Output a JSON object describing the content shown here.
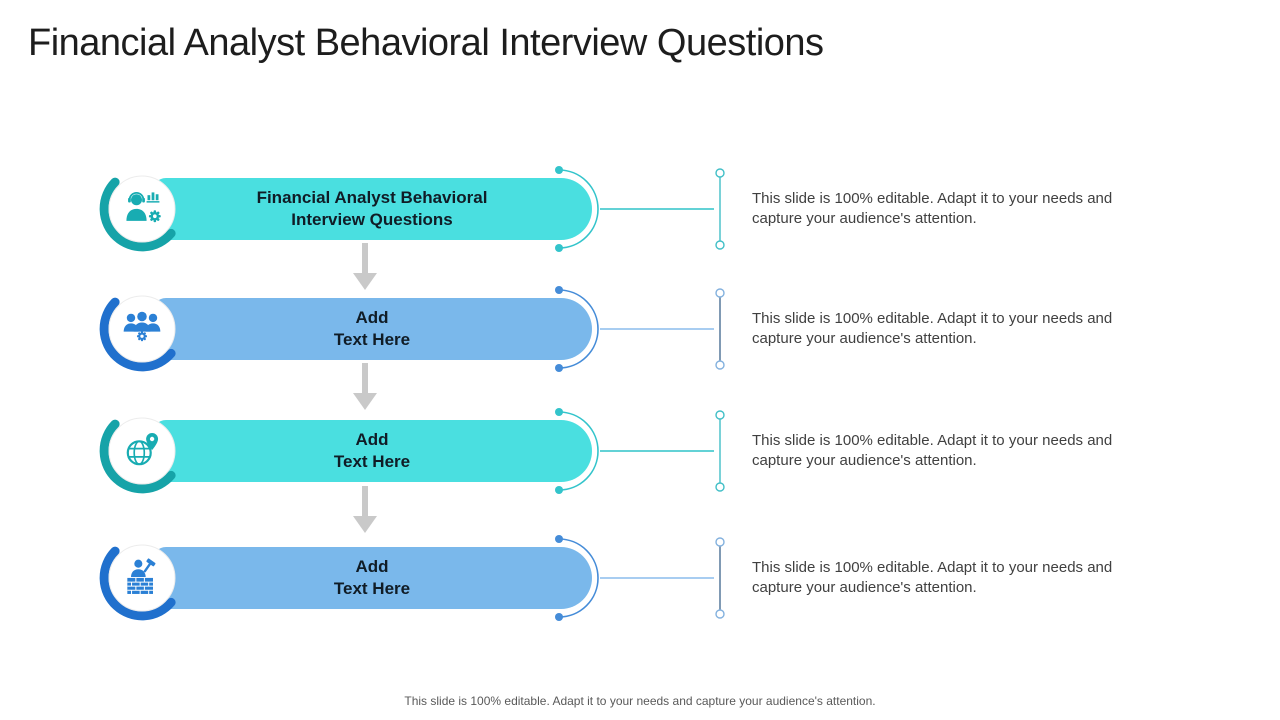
{
  "slide": {
    "title": "Financial Analyst Behavioral Interview Questions",
    "footer": "This slide is 100% editable. Adapt it to your needs and capture your audience's attention."
  },
  "note": {
    "line1": "This slide is 100% editable. Adapt it to your needs and",
    "line2": "capture your audience's attention."
  },
  "colors": {
    "teal_bar": "#4adfe0",
    "teal_dark": "#16a3a8",
    "blue_bar": "#7ab8eb",
    "blue_dark": "#2070cd",
    "arrow_gray": "#c9c9c9",
    "body_text": "#404040",
    "title_text": "#1d1d1d"
  },
  "rows": [
    {
      "variant": "teal",
      "icon": "financial-analyst-icon",
      "label_line1": "Financial Analyst Behavioral",
      "label_line2": "Interview Questions"
    },
    {
      "variant": "blue",
      "icon": "team-gear-icon",
      "label_line1": "Add",
      "label_line2": "Text Here"
    },
    {
      "variant": "teal",
      "icon": "globe-location-icon",
      "label_line1": "Add",
      "label_line2": "Text Here"
    },
    {
      "variant": "blue",
      "icon": "construction-worker-icon",
      "label_line1": "Add",
      "label_line2": "Text Here"
    }
  ]
}
